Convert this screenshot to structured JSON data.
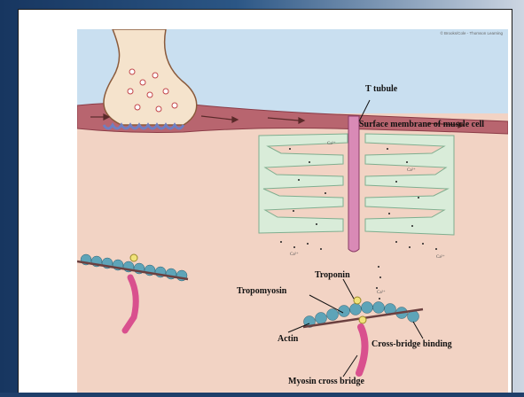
{
  "credit": "© Brooks/Cole - Thomson Learning",
  "labels": {
    "t_tubule": "T tubule",
    "surface_membrane": "Surface membrane of muscle cell",
    "tropomyosin": "Tropomyosin",
    "troponin": "Troponin",
    "actin": "Actin",
    "cross_bridge_binding": "Cross-bridge binding",
    "myosin_cross_bridge": "Myosin cross bridge"
  },
  "ion_label": "Ca²⁺",
  "colors": {
    "extracellular": "#c9dff0",
    "membrane": "#b8656f",
    "cytoplasm": "#f2d3c4",
    "reticulum": "#d9ecd9",
    "t_tubule": "#d98ab6",
    "actin": "#5ea4b8",
    "myosin": "#d9508e",
    "troponin": "#f1e37a"
  }
}
